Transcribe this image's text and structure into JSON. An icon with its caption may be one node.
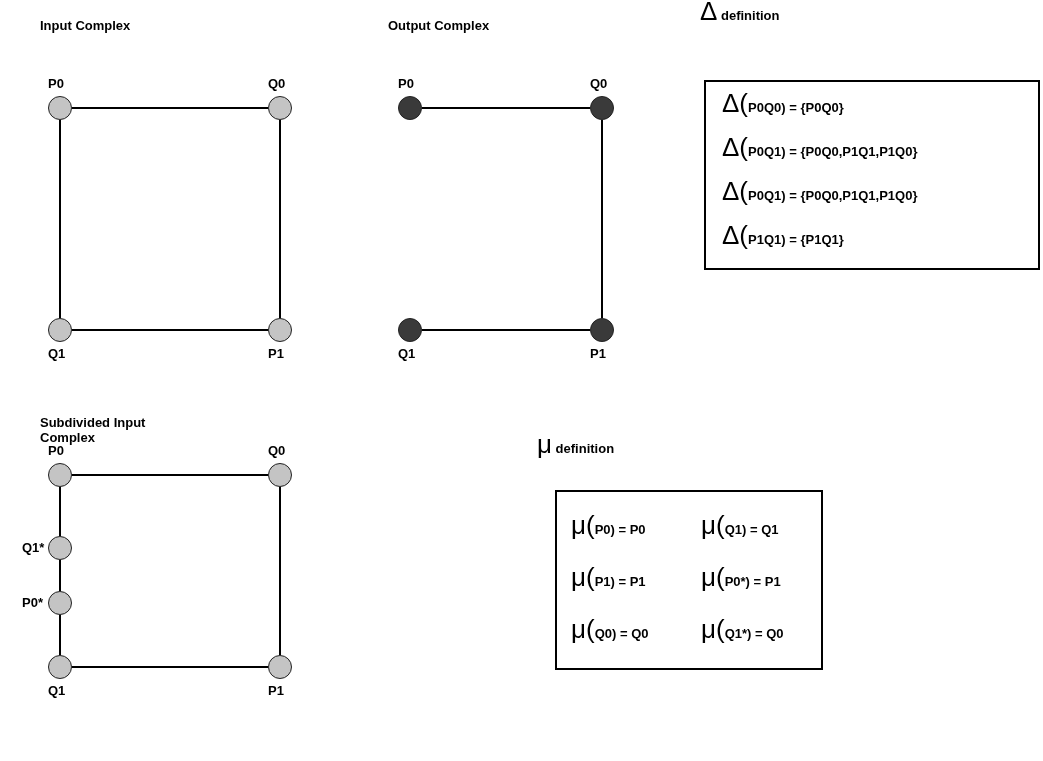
{
  "diagram": {
    "nodes": [
      {
        "text": [],
        "shape": "circle",
        "beside": [
          "P0"
        ]
      },
      {
        "text": [],
        "shape": "circle",
        "beside": [
          "Q0"
        ]
      },
      {
        "text": [],
        "shape": "circle",
        "beside": [
          "Q1"
        ]
      },
      {
        "text": [],
        "shape": "circle",
        "beside": [
          "P1"
        ]
      },
      {
        "text": [],
        "shape": "circle",
        "beside": [
          "P0"
        ]
      },
      {
        "text": [],
        "shape": "circle",
        "beside": [
          "Q0"
        ]
      },
      {
        "text": [],
        "shape": "circle",
        "beside": [
          "Q1"
        ]
      },
      {
        "text": [],
        "shape": "circle",
        "beside": [
          "P1"
        ]
      },
      {
        "text": [
          "Δ(P0Q0) = {P0Q0}",
          "Δ(P0Q1) = {P0Q0,P1Q1,P1Q0}",
          "Δ(P0Q1) = {P0Q0,P1Q1,P1Q0}",
          "Δ(P1Q1) = {P1Q1}"
        ]
      },
      {
        "text": [],
        "shape": "circle",
        "beside": [
          "P0"
        ]
      },
      {
        "text": [],
        "shape": "circle",
        "beside": [
          "Q0"
        ]
      },
      {
        "text": [],
        "shape": "circle",
        "beside": [
          "Q1*"
        ]
      },
      {
        "text": [],
        "shape": "circle",
        "beside": [
          "P0*"
        ]
      },
      {
        "text": [],
        "shape": "circle",
        "beside": [
          "Q1"
        ]
      },
      {
        "text": [],
        "shape": "circle",
        "beside": [
          "P1"
        ]
      },
      {
        "text": [
          "μ(P0) = P0",
          "μ(Q1) = Q1",
          "μ(P1) = P1",
          "μ(P0*) = P1",
          "μ(Q0) = Q0",
          "μ(Q1*) = Q0"
        ]
      }
    ],
    "edges": [
      {
        "from": 0,
        "to": 1,
        "arrow": "none"
      },
      {
        "from": 0,
        "to": 2,
        "arrow": "none"
      },
      {
        "from": 1,
        "to": 3,
        "arrow": "none"
      },
      {
        "from": 2,
        "to": 3,
        "arrow": "none"
      },
      {
        "from": 4,
        "to": 5,
        "arrow": "none"
      },
      {
        "from": 5,
        "to": 7,
        "arrow": "none"
      },
      {
        "from": 6,
        "to": 7,
        "arrow": "none"
      },
      {
        "from": 9,
        "to": 10,
        "arrow": "none"
      },
      {
        "from": 9,
        "to": 11,
        "arrow": "none"
      },
      {
        "from": 11,
        "to": 12,
        "arrow": "none"
      },
      {
        "from": 12,
        "to": 13,
        "arrow": "none"
      },
      {
        "from": 10,
        "to": 14,
        "arrow": "none"
      },
      {
        "from": 13,
        "to": 14,
        "arrow": "none"
      }
    ],
    "labels": [
      "Input Complex",
      "Output Complex",
      "Δ definition",
      "Subdivided Input Complex",
      "μ definition"
    ]
  }
}
